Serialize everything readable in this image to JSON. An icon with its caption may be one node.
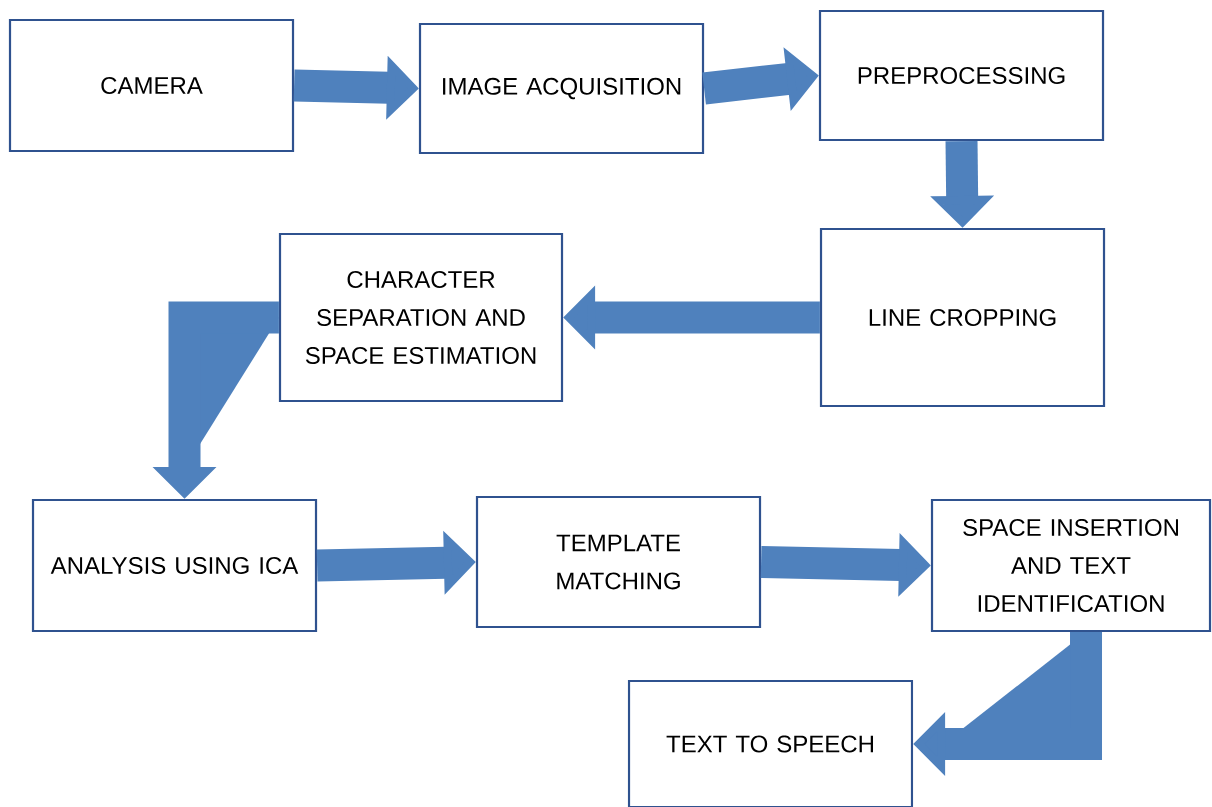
{
  "diagram": {
    "nodes": [
      {
        "text": [
          "CAMERA"
        ]
      },
      {
        "text": [
          "IMAGE ACQUISITION"
        ]
      },
      {
        "text": [
          "PREPROCESSING"
        ]
      },
      {
        "text": [
          "LINE CROPPING"
        ]
      },
      {
        "text": [
          "CHARACTER SEPARATION AND SPACE ESTIMATION"
        ]
      },
      {
        "text": [
          "ANALYSIS USING ICA"
        ]
      },
      {
        "text": [
          "TEMPLATE MATCHING"
        ]
      },
      {
        "text": [
          "SPACE INSERTION AND TEXT IDENTIFICATION"
        ]
      },
      {
        "text": [
          "TEXT TO SPEECH"
        ]
      }
    ],
    "edges": [
      {
        "from": 0,
        "to": 1,
        "arrow": "to"
      },
      {
        "from": 1,
        "to": 2,
        "arrow": "to"
      },
      {
        "from": 2,
        "to": 3,
        "arrow": "to"
      },
      {
        "from": 3,
        "to": 4,
        "arrow": "to"
      },
      {
        "from": 4,
        "to": 5,
        "arrow": "to"
      },
      {
        "from": 5,
        "to": 6,
        "arrow": "to"
      },
      {
        "from": 6,
        "to": 7,
        "arrow": "to"
      },
      {
        "from": 7,
        "to": 8,
        "arrow": "to"
      }
    ]
  }
}
